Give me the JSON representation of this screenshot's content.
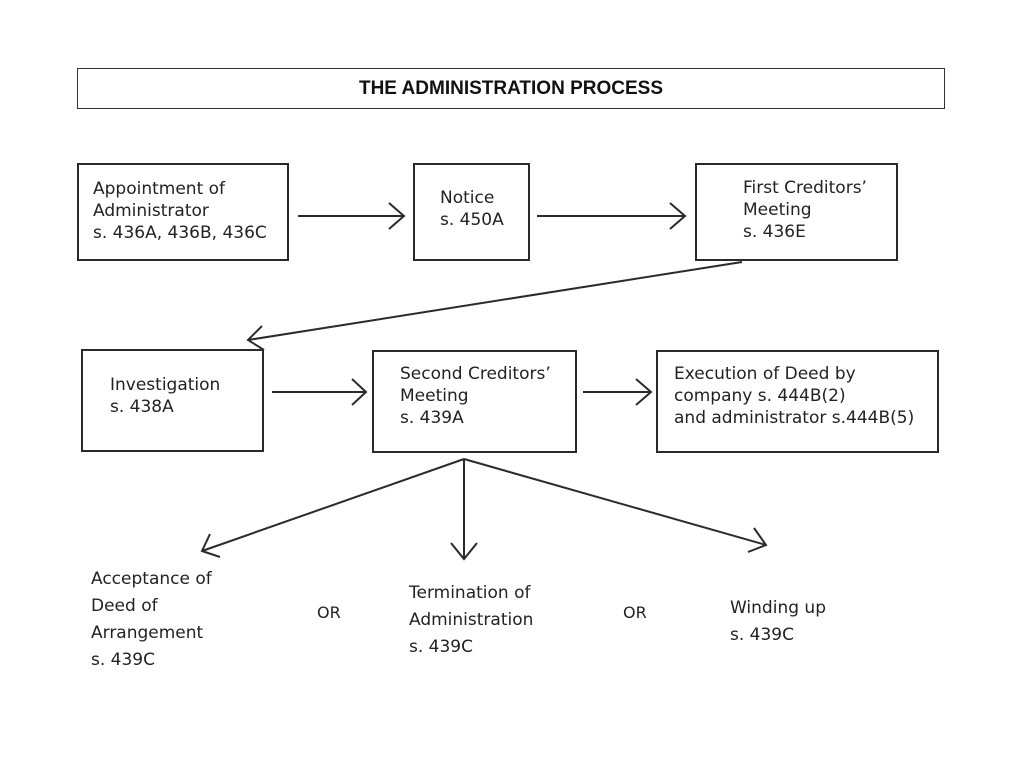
{
  "title": "THE ADMINISTRATION PROCESS",
  "nodes": {
    "appointment": [
      "Appointment of",
      "Administrator",
      "s. 436A, 436B, 436C"
    ],
    "notice": [
      "Notice",
      "s. 450A"
    ],
    "first_meeting": [
      "First Creditors’",
      "Meeting",
      "s. 436E"
    ],
    "investigation": [
      "Investigation",
      "s. 438A"
    ],
    "second_meeting": [
      "Second Creditors’",
      "Meeting",
      "s. 439A"
    ],
    "execution": [
      "Execution of Deed by",
      "company s. 444B(2)",
      "and administrator s.444B(5)"
    ]
  },
  "outcomes": {
    "acceptance": [
      "Acceptance of",
      "Deed of",
      "Arrangement",
      "s. 439C"
    ],
    "termination": [
      "Termination of",
      "Administration",
      "s. 439C"
    ],
    "winding_up": [
      "Winding up",
      "s. 439C"
    ]
  },
  "separator_text": "OR"
}
